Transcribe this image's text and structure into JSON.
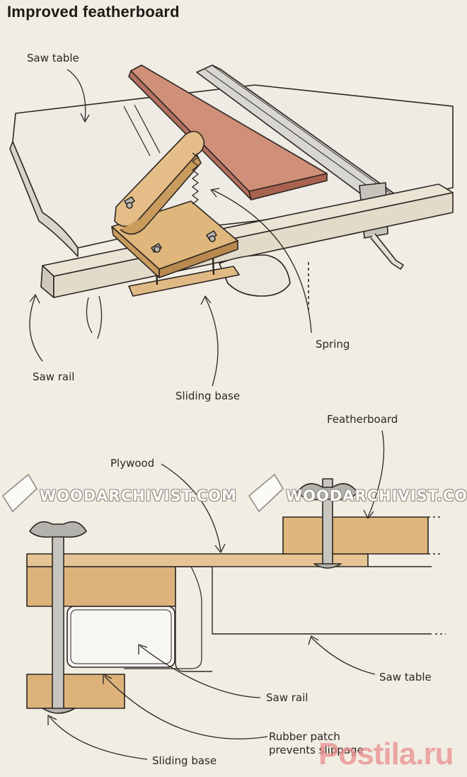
{
  "title": "Improved featherboard",
  "labels": {
    "saw_table_top": "Saw table",
    "spring": "Spring",
    "saw_rail_top": "Saw rail",
    "sliding_base_top": "Sliding base",
    "featherboard": "Featherboard",
    "plywood": "Plywood",
    "saw_table_bottom": "Saw table",
    "saw_rail_bottom": "Saw rail",
    "rubber_patch_line1": "Rubber patch",
    "rubber_patch_line2": "prevents slippage",
    "sliding_base_bottom": "Sliding base"
  },
  "watermark": "WOODARCHIVIST.COM",
  "brand_watermark": "Postila.ru",
  "colors": {
    "wood": "#dfb77c",
    "wood_dark": "#c99b5d",
    "board": "#cf8f78",
    "metal": "#bcbab4",
    "table": "#eeebe4",
    "ink": "#2b2622"
  }
}
